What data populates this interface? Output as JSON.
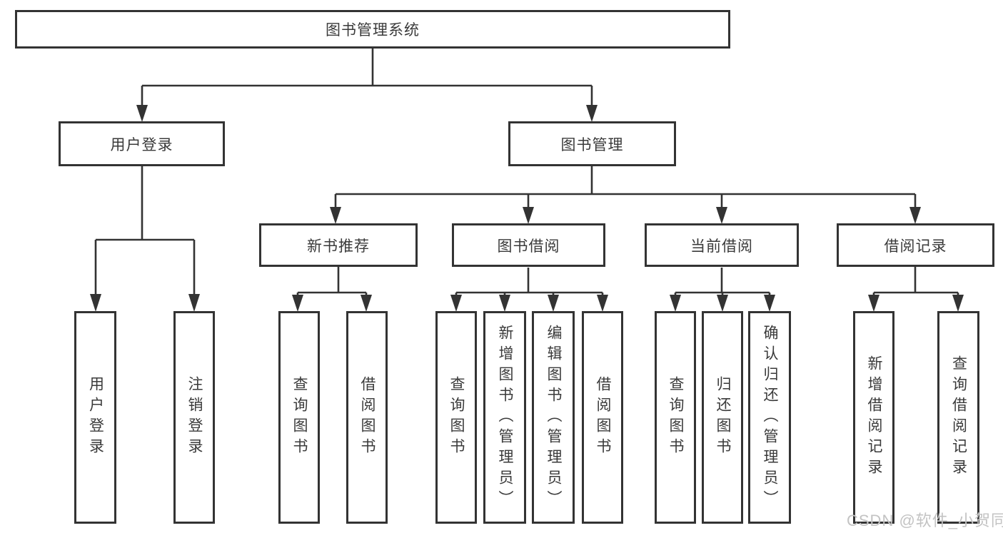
{
  "diagram": {
    "root": {
      "label": "图书管理系统"
    },
    "branches": [
      {
        "label": "用户登录",
        "children": [
          "用户登录",
          "注销登录"
        ]
      },
      {
        "label": "图书管理",
        "groups": [
          {
            "label": "新书推荐",
            "children": [
              "查询图书",
              "借阅图书"
            ]
          },
          {
            "label": "图书借阅",
            "children": [
              "查询图书",
              "新增图书（管理员）",
              "编辑图书（管理员）",
              "借阅图书"
            ]
          },
          {
            "label": "当前借阅",
            "children": [
              "查询图书",
              "归还图书",
              "确认归还（管理员）"
            ]
          },
          {
            "label": "借阅记录",
            "children": [
              "新增借阅记录",
              "查询借阅记录"
            ]
          }
        ]
      }
    ]
  },
  "watermark": {
    "text": "CSDN @软件_小贺同学"
  },
  "colors": {
    "line": "#333333",
    "border": "#333333",
    "text": "#3a3a3a",
    "watermark": "#c3c3c3",
    "background": "#ffffff"
  }
}
